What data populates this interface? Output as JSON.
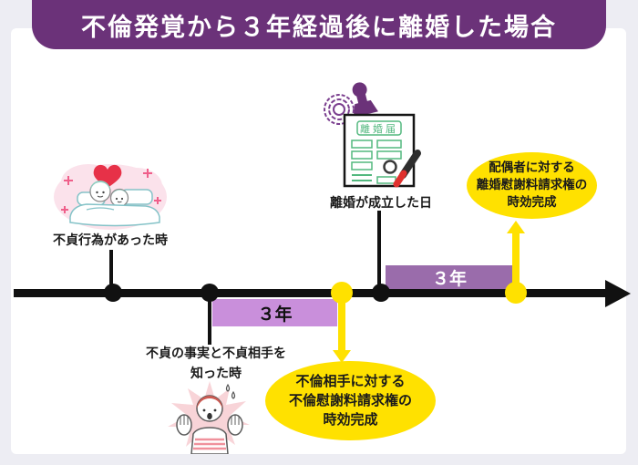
{
  "title": "不倫発覚から３年経過後に離婚した場合",
  "events": {
    "affair": {
      "label": "不貞行為があった時"
    },
    "discovery": {
      "lines": [
        "不貞の事実と不貞相手を",
        "知った時"
      ]
    },
    "divorce": {
      "label": "離婚が成立した日"
    }
  },
  "periods": {
    "first": {
      "label": "３年"
    },
    "second": {
      "label": "３年"
    }
  },
  "callouts": {
    "partner": {
      "lines": [
        "不倫相手に対する",
        "不倫慰謝料請求権の",
        "時効完成"
      ]
    },
    "spouse": {
      "lines": [
        "配偶者に対する",
        "離婚慰謝料請求権の",
        "時効完成"
      ]
    }
  },
  "illustrations": {
    "paper": {
      "label": "離婚届"
    },
    "couple": {
      "name": "couple-in-bed"
    },
    "person": {
      "name": "shocked-person"
    }
  },
  "colors": {
    "background": "#ededf3",
    "banner_purple": "#6b3279",
    "period_light_purple": "#c98fdb",
    "period_dark_purple": "#9a6cab",
    "highlight_yellow": "#ffe100",
    "timeline_black": "#111111",
    "paper_green": "#53b87f"
  }
}
